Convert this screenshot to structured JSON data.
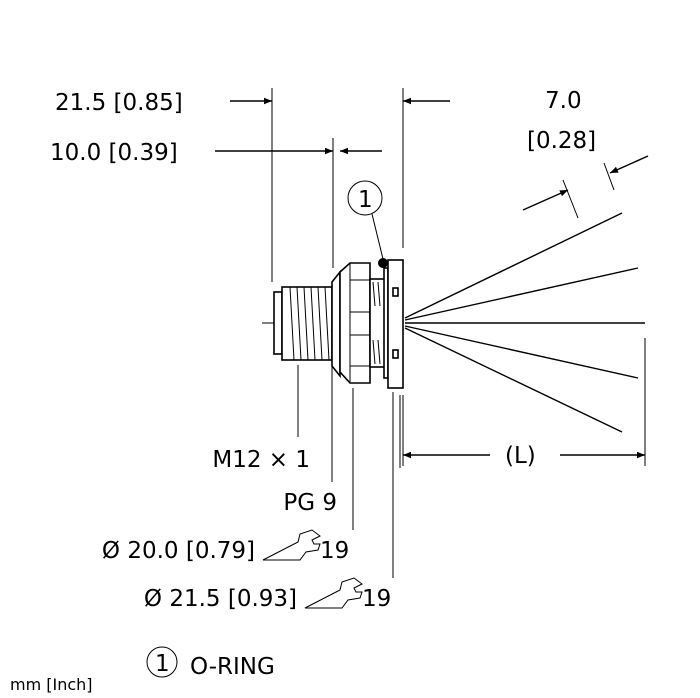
{
  "dimensions": {
    "overall_length": "21.5 [0.85]",
    "front_length": "10.0 [0.39]",
    "wire_strip_mm": "7.0",
    "wire_strip_in": "[0.28]",
    "cable_length": "(L)"
  },
  "callouts": {
    "thread": "M12 × 1",
    "panel_thread": "PG 9",
    "nut_diameter": "Ø 20.0 [0.79]",
    "nut_wrench": "19",
    "flange_diameter": "Ø 21.5 [0.93]",
    "flange_wrench": "19"
  },
  "legend": {
    "units": "mm [Inch]",
    "item_number": "1",
    "item_label": "O-RING"
  },
  "oring_marker": "1",
  "icons": [
    "wrench-icon"
  ]
}
